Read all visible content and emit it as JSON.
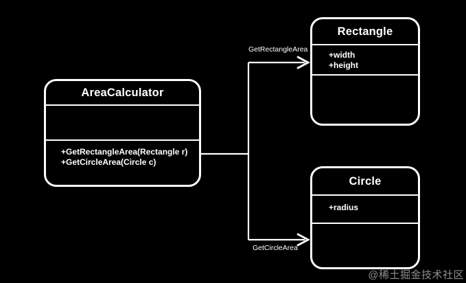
{
  "diagram": {
    "colors": {
      "background": "#000000",
      "stroke": "#ffffff",
      "text": "#ffffff",
      "watermark": "#8d8d8d"
    },
    "classes": [
      {
        "name": "AreaCalculator",
        "attributes": [],
        "methods": [
          "+GetRectangleArea(Rectangle r)",
          "+GetCircleArea(Circle c)"
        ]
      },
      {
        "name": "Rectangle",
        "attributes": [
          "+width",
          "+height"
        ],
        "methods": []
      },
      {
        "name": "Circle",
        "attributes": [
          "+radius"
        ],
        "methods": []
      }
    ],
    "edges": [
      {
        "from": "AreaCalculator",
        "to": "Rectangle",
        "label": "GetRectangleArea"
      },
      {
        "from": "AreaCalculator",
        "to": "Circle",
        "label": "GetCircleArea"
      }
    ],
    "watermark": "@稀土掘金技术社区"
  }
}
